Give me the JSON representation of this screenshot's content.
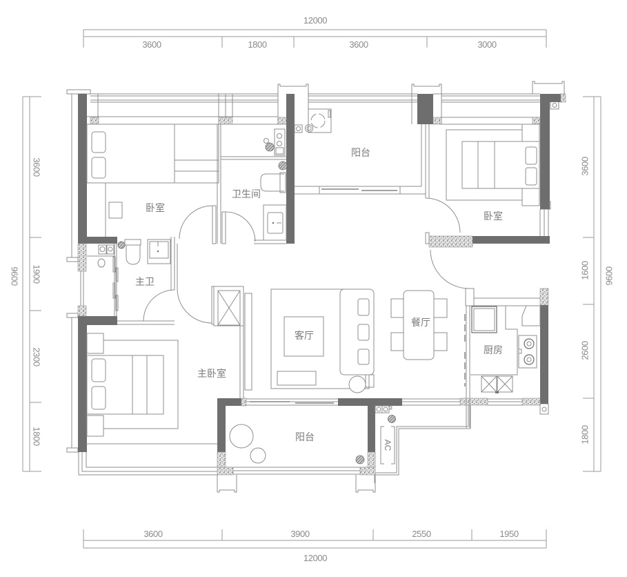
{
  "dimensions": {
    "top": {
      "total": "12000",
      "segments": [
        "3600",
        "1800",
        "3600",
        "3000"
      ]
    },
    "bottom": {
      "total": "12000",
      "segments": [
        "3600",
        "3900",
        "2550",
        "1950"
      ]
    },
    "left": {
      "total": "9600",
      "segments": [
        "3600",
        "1900",
        "2300",
        "1800"
      ]
    },
    "right": {
      "total": "9600",
      "segments": [
        "3600",
        "1600",
        "2600",
        "1800"
      ]
    }
  },
  "rooms": {
    "bedroom_nw": "卧室",
    "bathroom": "卫生间",
    "balcony_north": "阳台",
    "bedroom_ne": "卧室",
    "master_bath": "主卫",
    "living_room": "客厅",
    "dining_room": "餐厅",
    "kitchen": "厨房",
    "master_bedroom": "主卧室",
    "balcony_south": "阳台"
  },
  "fixtures": {
    "ac_label": "AC"
  },
  "colors": {
    "wall": "#6e6e6e",
    "line": "#8e8e8e",
    "text": "#7a7a7a",
    "background": "#ffffff"
  }
}
